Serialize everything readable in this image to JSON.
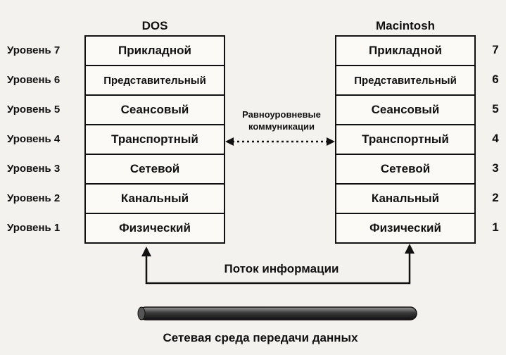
{
  "left_stack": {
    "title": "DOS",
    "layers": [
      "Прикладной",
      "Представительный",
      "Сеансовый",
      "Транспортный",
      "Сетевой",
      "Канальный",
      "Физический"
    ]
  },
  "right_stack": {
    "title": "Macintosh",
    "layers": [
      "Прикладной",
      "Представительный",
      "Сеансовый",
      "Транспортный",
      "Сетевой",
      "Канальный",
      "Физический"
    ]
  },
  "level_labels": [
    "Уровень 7",
    "Уровень 6",
    "Уровень 5",
    "Уровень 4",
    "Уровень 3",
    "Уровень 2",
    "Уровень 1"
  ],
  "level_numbers": [
    "7",
    "6",
    "5",
    "4",
    "3",
    "2",
    "1"
  ],
  "peer_communication": {
    "line1": "Равноуровневые",
    "line2": "коммуникации"
  },
  "information_flow": "Поток информации",
  "transmission_medium": "Сетевая среда передачи данных"
}
